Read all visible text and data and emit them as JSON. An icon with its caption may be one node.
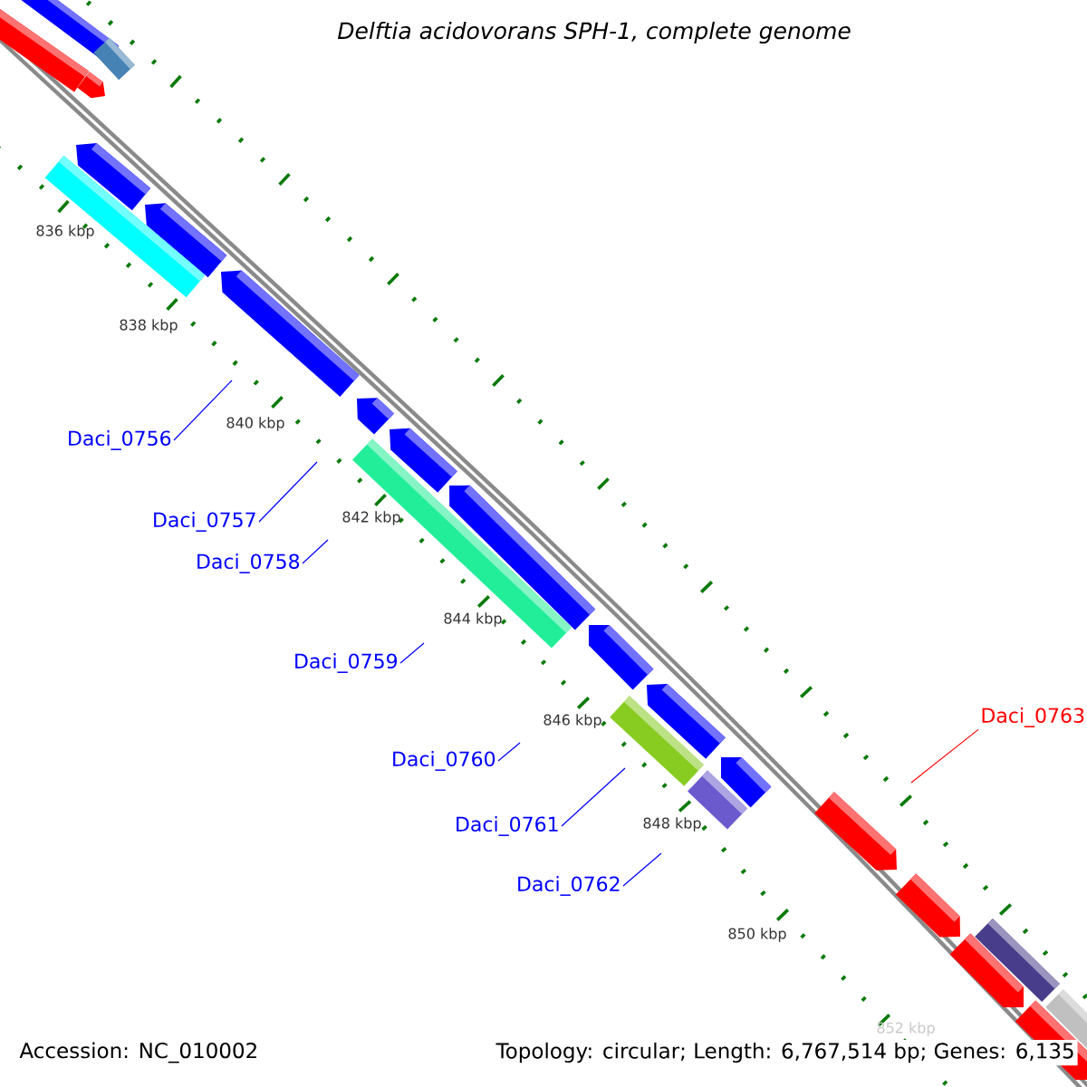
{
  "diagram": {
    "title": "Delftia acidovorans SPH-1, complete genome",
    "nodes": [
      {
        "text": [
          "Daci_0756"
        ]
      },
      {
        "text": [
          "Daci_0757"
        ]
      },
      {
        "text": [
          "Daci_0758"
        ]
      },
      {
        "text": [
          "Daci_0759"
        ]
      },
      {
        "text": [
          "Daci_0760"
        ]
      },
      {
        "text": [
          "Daci_0761"
        ]
      },
      {
        "text": [
          "Daci_0762"
        ]
      },
      {
        "text": [
          "Daci_0763"
        ]
      }
    ],
    "edges": [
      {
        "from": 0,
        "to": null,
        "arrow": "none"
      },
      {
        "from": 1,
        "to": null,
        "arrow": "none"
      },
      {
        "from": 2,
        "to": null,
        "arrow": "none"
      },
      {
        "from": 3,
        "to": null,
        "arrow": "none"
      },
      {
        "from": 4,
        "to": null,
        "arrow": "none"
      },
      {
        "from": 5,
        "to": null,
        "arrow": "none"
      },
      {
        "from": 6,
        "to": null,
        "arrow": "none"
      },
      {
        "from": 7,
        "to": null,
        "arrow": "none",
        "color": "#ff0000"
      }
    ],
    "labels": [
      "836 kbp",
      "838 kbp",
      "840 kbp",
      "842 kbp",
      "844 kbp",
      "846 kbp",
      "848 kbp",
      "850 kbp",
      "852 kbp",
      "Accession: NC_010002",
      "Topology: circular; Length: 6,767,514 bp; Genes: 6,135"
    ]
  }
}
